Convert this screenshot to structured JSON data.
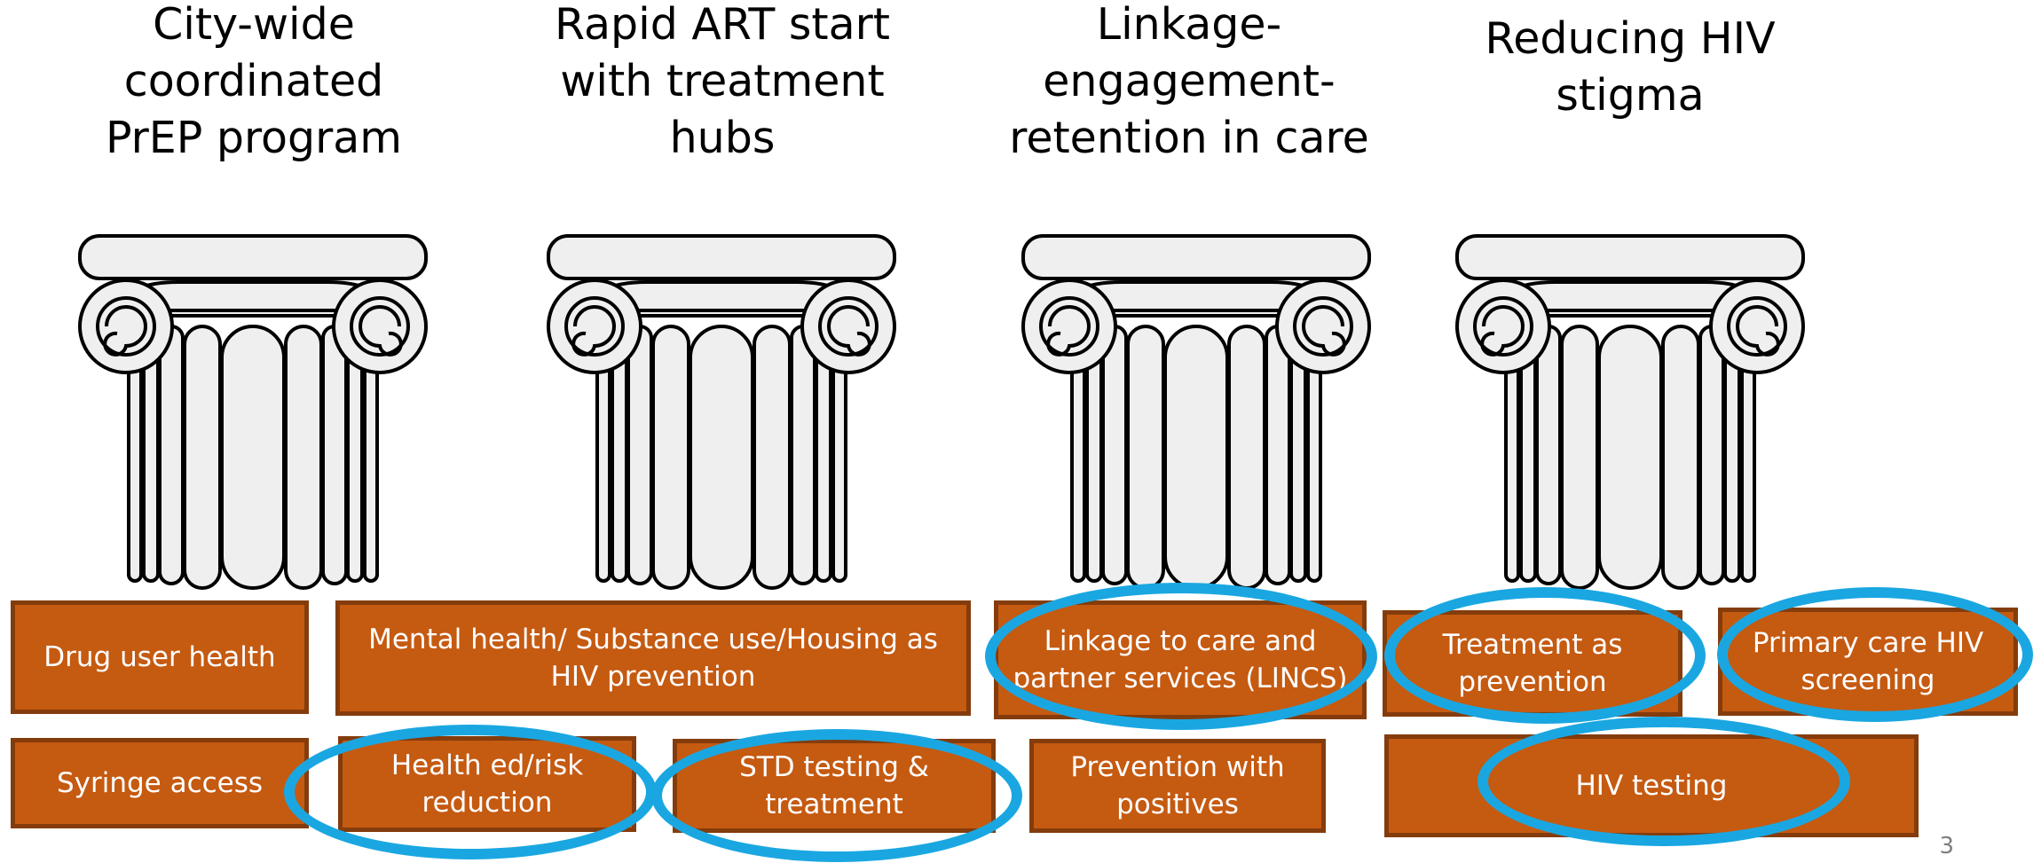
{
  "pillars": [
    {
      "heading": "City-wide coordinated PrEP program"
    },
    {
      "heading": "Rapid ART start with treatment hubs"
    },
    {
      "heading": "Linkage-engagement-retention in care"
    },
    {
      "heading": "Reducing HIV stigma"
    }
  ],
  "foundation": {
    "row1": [
      {
        "label": "Drug user health",
        "circled": false
      },
      {
        "label": "Mental health/ Substance use/Housing as HIV prevention",
        "circled": false
      },
      {
        "label": "Linkage to care and partner services (LINCS)",
        "circled": true
      },
      {
        "label": "Treatment as prevention",
        "circled": true
      },
      {
        "label": "Primary care HIV screening",
        "circled": true
      }
    ],
    "row2": [
      {
        "label": "Syringe access",
        "circled": false
      },
      {
        "label": "Health ed/risk reduction",
        "circled": true
      },
      {
        "label": "STD testing & treatment",
        "circled": true
      },
      {
        "label": "Prevention with positives",
        "circled": false
      },
      {
        "label": "HIV testing",
        "circled": true
      }
    ]
  },
  "colors": {
    "block_fill": "#c55a11",
    "block_border": "#843c0c",
    "highlight_ring": "#1aa7e1",
    "pillar_fill": "#efefef",
    "pillar_stroke": "#000000"
  },
  "page_number": "3"
}
